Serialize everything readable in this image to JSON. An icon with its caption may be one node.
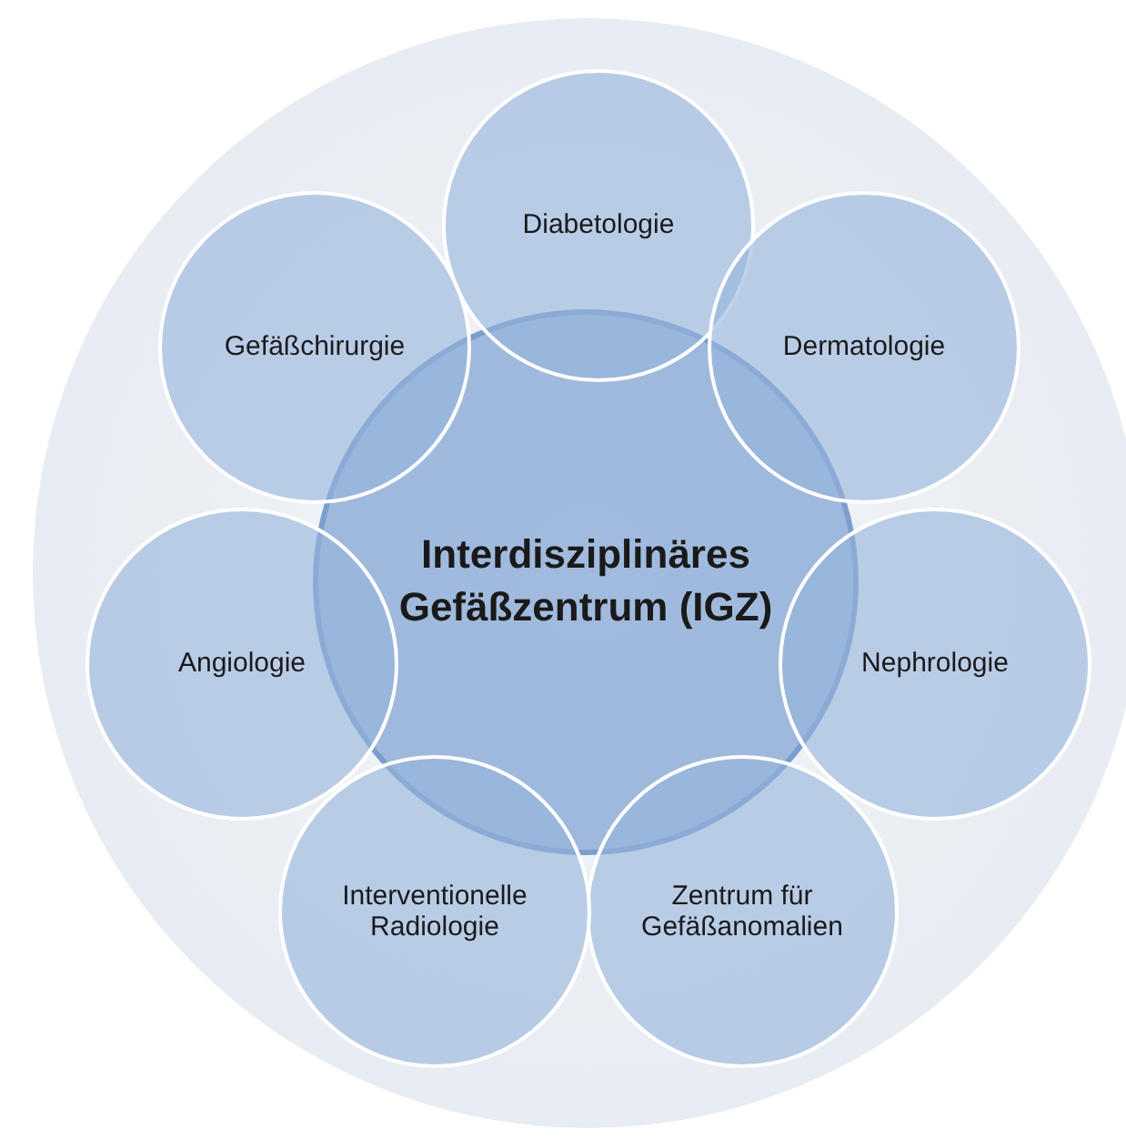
{
  "diagram": {
    "nodes": [
      {
        "text": [
          "Interdisziplinäres Gefäßzentrum (IGZ)"
        ]
      },
      {
        "text": [
          "Diabetologie"
        ]
      },
      {
        "text": [
          "Dermatologie"
        ]
      },
      {
        "text": [
          "Nephrologie"
        ]
      },
      {
        "text": [
          "Zentrum für Gefäßanomalien"
        ]
      },
      {
        "text": [
          "Interventionelle Radiologie"
        ]
      },
      {
        "text": [
          "Angiologie"
        ]
      },
      {
        "text": [
          "Gefäßchirurgie"
        ]
      }
    ],
    "edges": []
  }
}
